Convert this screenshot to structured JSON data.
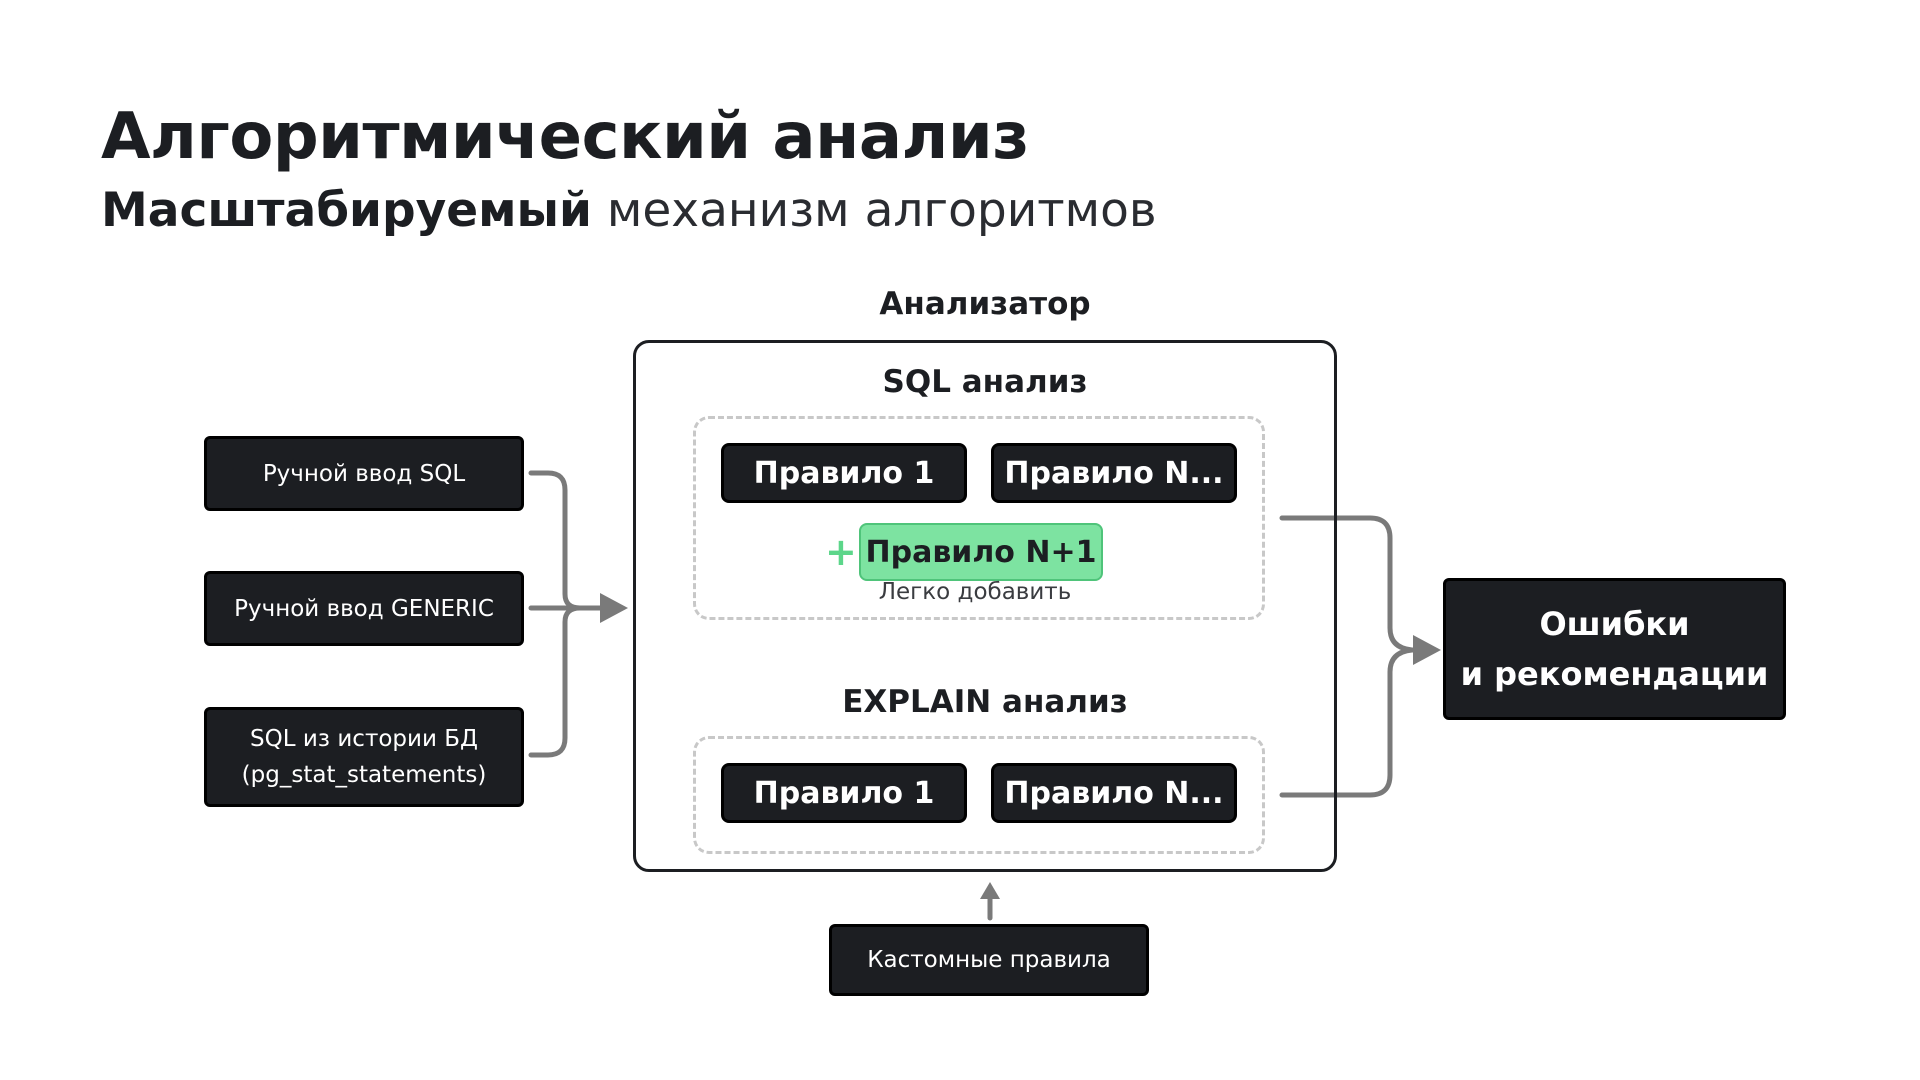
{
  "header": {
    "title": "Алгоритмический анализ",
    "subtitle_bold": "Масштабируемый",
    "subtitle_rest": " механизм алгоритмов"
  },
  "inputs": {
    "manual_sql": "Ручной ввод SQL",
    "manual_generic": "Ручной ввод GENERIC",
    "db_history_line1": "SQL из истории БД",
    "db_history_line2": "(pg_stat_statements)"
  },
  "analyzer": {
    "label": "Анализатор",
    "sql_section": {
      "label": "SQL анализ",
      "rule_1": "Правило 1",
      "rule_n": "Правило N...",
      "new_rule_plus": "+",
      "new_rule": "Правило N+1",
      "new_rule_hint": "Легко добавить"
    },
    "explain_section": {
      "label": "EXPLAIN анализ",
      "rule_1": "Правило 1",
      "rule_n": "Правило N..."
    }
  },
  "custom_rules": "Кастомные правила",
  "output": {
    "line1": "Ошибки",
    "line2": "и рекомендации"
  },
  "colors": {
    "dark_box": "#1c1e22",
    "new_rule_fill": "#7de3a1",
    "plus_green": "#5cd68a",
    "arrow_gray": "#7a7a7a",
    "dashed_border": "#c8c8c8"
  }
}
